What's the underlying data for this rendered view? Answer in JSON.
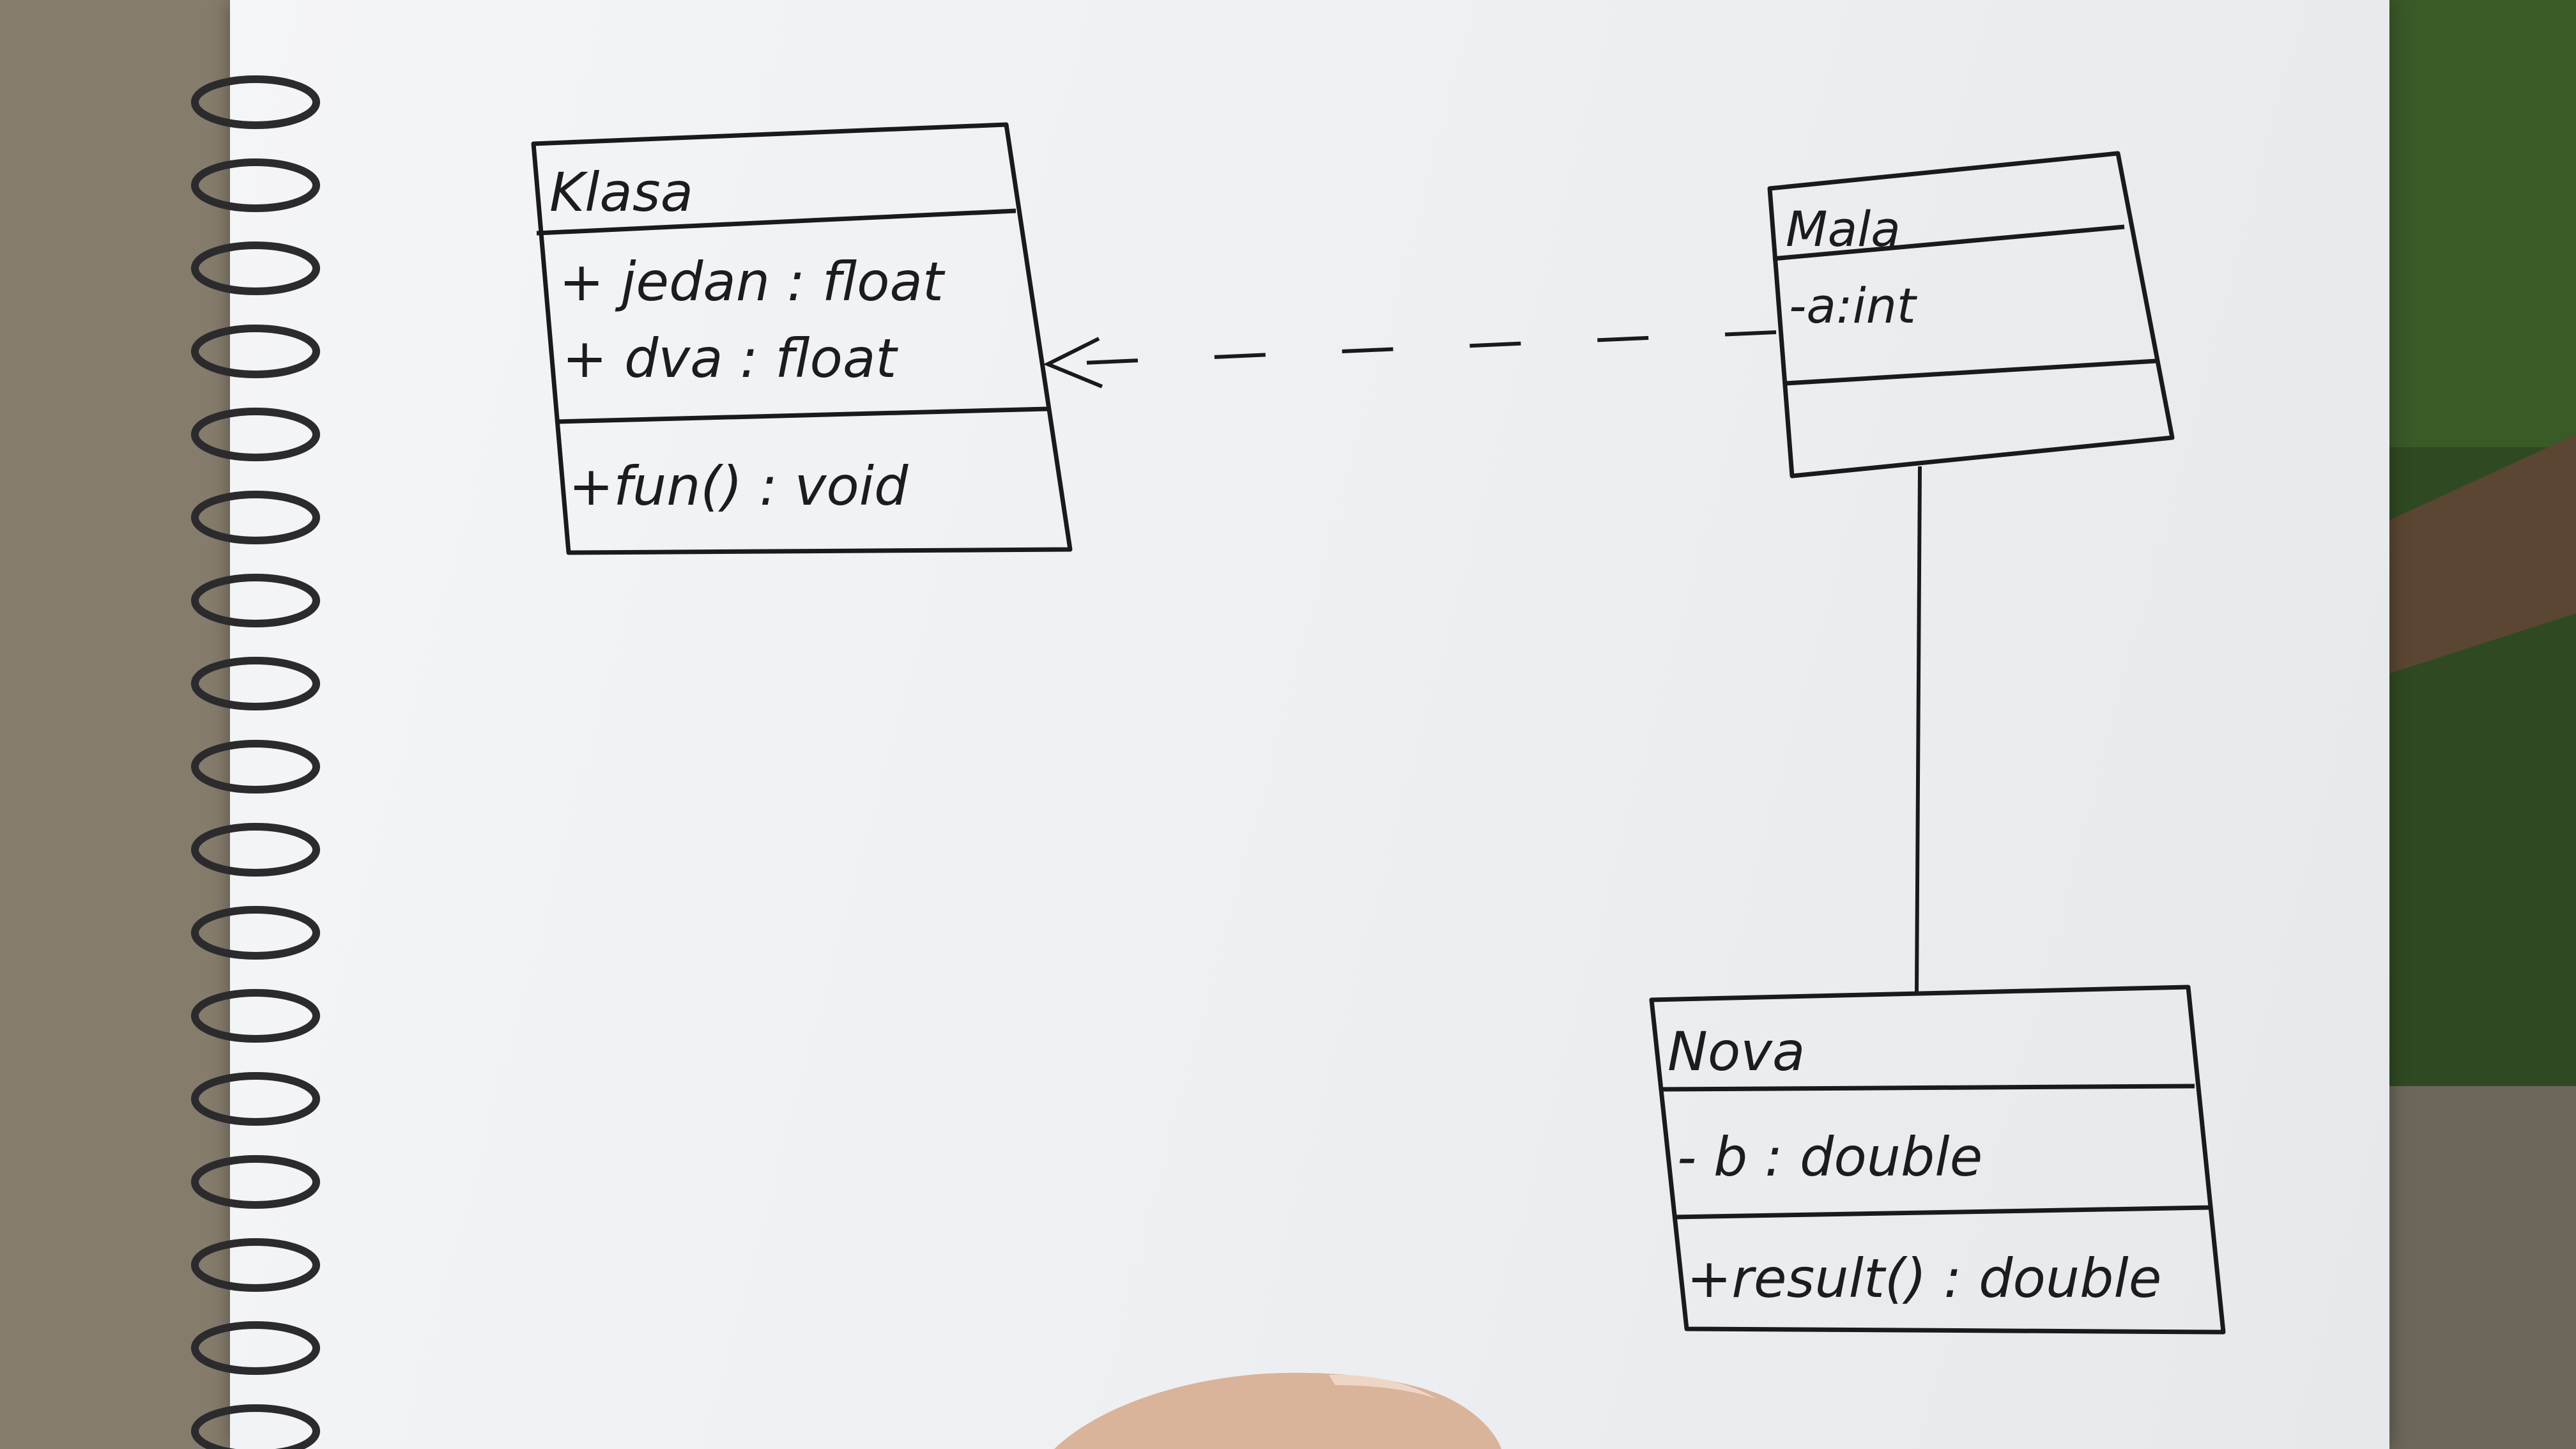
{
  "diagram": {
    "classes": [
      {
        "id": "klasa",
        "name": "Klasa",
        "attributes": [
          "+ jedan : float",
          "+ dva : float"
        ],
        "methods": [
          "+fun() : void"
        ]
      },
      {
        "id": "mala",
        "name": "Mala",
        "attributes": [
          "-a:int"
        ],
        "methods": []
      },
      {
        "id": "nova",
        "name": "Nova",
        "attributes": [
          "- b : double"
        ],
        "methods": [
          "+result() : double"
        ]
      }
    ],
    "relations": [
      {
        "from": "mala",
        "to": "klasa",
        "type": "dependency",
        "style": "dashed",
        "arrowhead": "open"
      },
      {
        "from": "mala",
        "to": "nova",
        "type": "association",
        "style": "solid",
        "arrowhead": "none"
      }
    ]
  },
  "colors": {
    "paper": "#f1f2f5",
    "ink": "#1a1a1c",
    "grass": "#3d5a2a",
    "stone": "#7a7263"
  }
}
